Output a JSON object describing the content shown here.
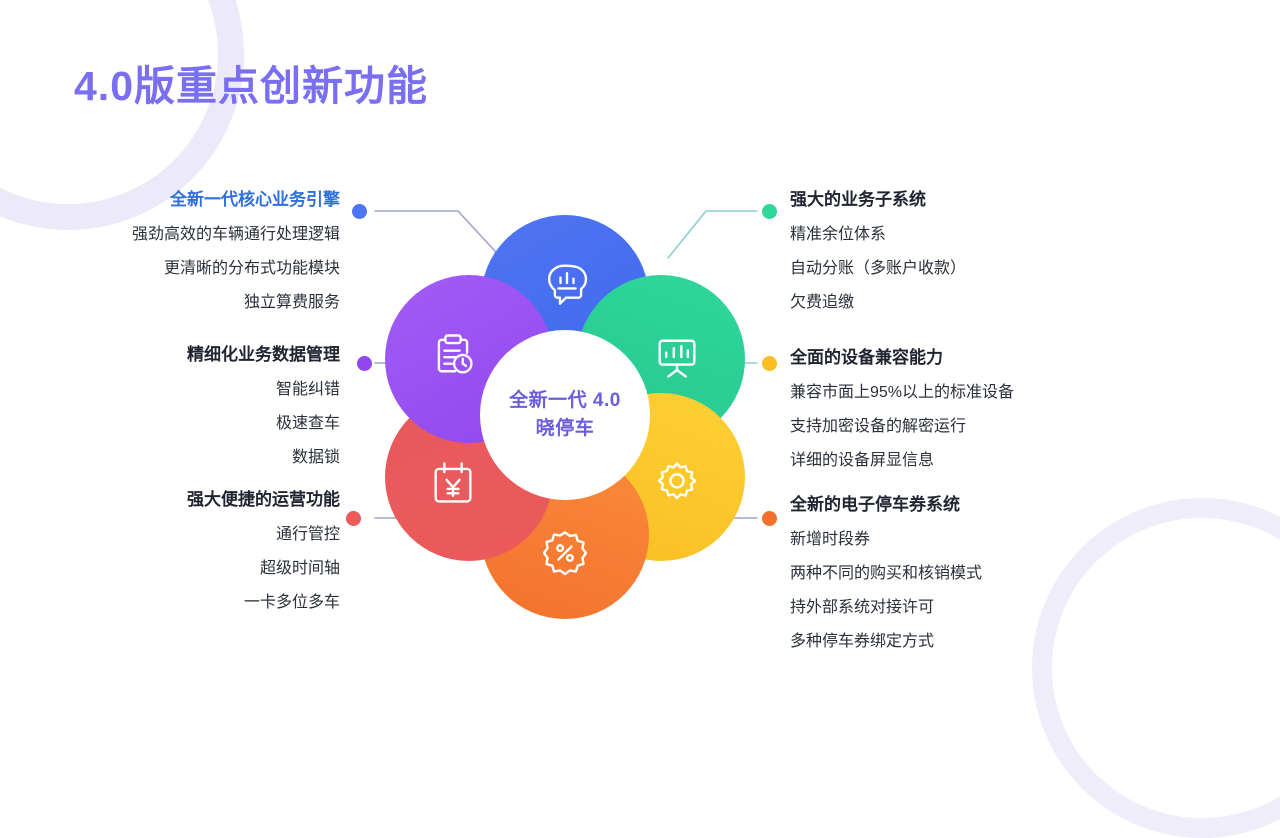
{
  "slide": {
    "title": "4.0版重点创新功能",
    "title_color": "#7a6ff0",
    "background_color": "#ffffff"
  },
  "center": {
    "line1": "全新一代 4.0",
    "line2": "晓停车",
    "text_color": "#6a5de0"
  },
  "petals": [
    {
      "name": "petal-top",
      "icon": "brain-head-chart-icon",
      "color": "#4069ef"
    },
    {
      "name": "petal-topright",
      "icon": "presentation-chart-icon",
      "color": "#27c78f"
    },
    {
      "name": "petal-botright",
      "icon": "gear-icon",
      "color": "#fbbf24"
    },
    {
      "name": "petal-bottom",
      "icon": "discount-percent-badge-icon",
      "color": "#f4712c"
    },
    {
      "name": "petal-botleft",
      "icon": "calendar-yuan-icon",
      "color": "#ec5a5a"
    },
    {
      "name": "petal-topleft",
      "icon": "clipboard-clock-icon",
      "color": "#9147ef"
    }
  ],
  "left_column": [
    {
      "heading": "全新一代核心业务引擎",
      "heading_color": "#2f6fe0",
      "dot_color": "#4f74f2",
      "items": [
        "强劲高效的车辆通行处理逻辑",
        "更清晰的分布式功能模块",
        "独立算费服务"
      ]
    },
    {
      "heading": "精细化业务数据管理",
      "heading_color": "#1f2430",
      "dot_color": "#9147ef",
      "items": [
        "智能纠错",
        "极速查车",
        "数据锁"
      ]
    },
    {
      "heading": "强大便捷的运营功能",
      "heading_color": "#1f2430",
      "dot_color": "#ec5a5a",
      "items": [
        "通行管控",
        "超级时间轴",
        "一卡多位多车"
      ]
    }
  ],
  "right_column": [
    {
      "heading": "强大的业务子系统",
      "heading_color": "#1f2430",
      "dot_color": "#2fd79b",
      "items": [
        "精准余位体系",
        "自动分账（多账户收款）",
        "欠费追缴"
      ]
    },
    {
      "heading": "全面的设备兼容能力",
      "heading_color": "#1f2430",
      "dot_color": "#fbbf24",
      "items": [
        "兼容市面上95%以上的标准设备",
        "支持加密设备的解密运行",
        "详细的设备屏显信息"
      ]
    },
    {
      "heading": "全新的电子停车券系统",
      "heading_color": "#1f2430",
      "dot_color": "#f4712c",
      "items": [
        "新增时段券",
        "两种不同的购买和核销模式",
        "持外部系统对接许可",
        "多种停车券绑定方式"
      ]
    }
  ]
}
